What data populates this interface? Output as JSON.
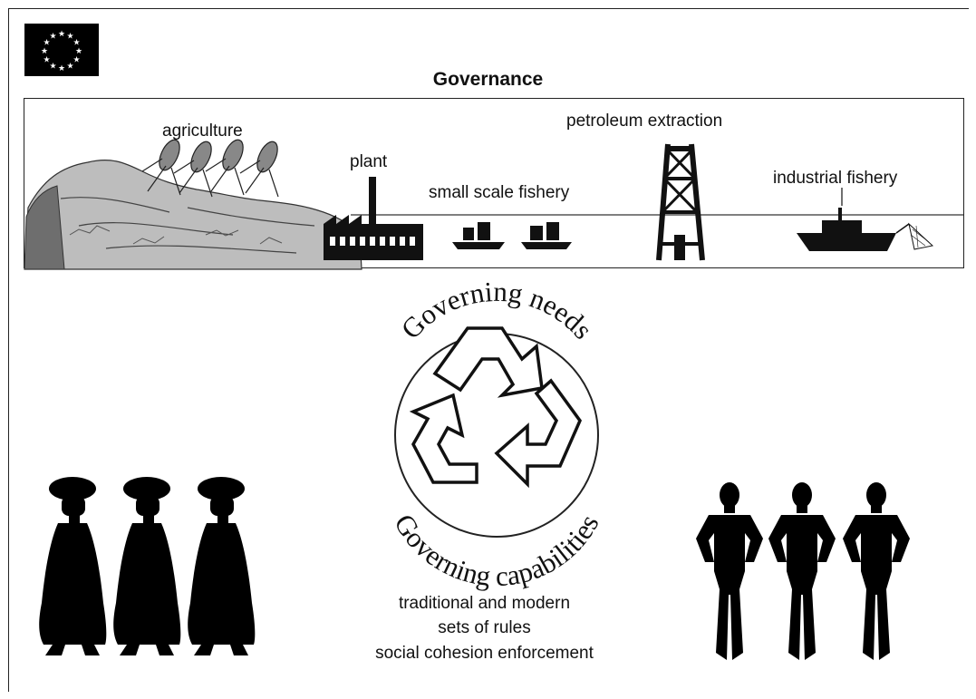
{
  "title": "Governance",
  "scene": {
    "agriculture": "agriculture",
    "plant": "plant",
    "small_scale_fishery": "small scale fishery",
    "petroleum_extraction": "petroleum extraction",
    "industrial_fishery": "industrial fishery"
  },
  "cycle": {
    "top_label": "Governing needs",
    "bottom_label": "Governing capabilities"
  },
  "rules_text": [
    "traditional and modern",
    "sets of rules",
    "social cohesion enforcement"
  ],
  "icons": {
    "flag": "eu-flag-icon",
    "recycle": "recycle-arrows-icon",
    "women": "women-silhouettes-icon",
    "men": "men-silhouettes-icon"
  }
}
